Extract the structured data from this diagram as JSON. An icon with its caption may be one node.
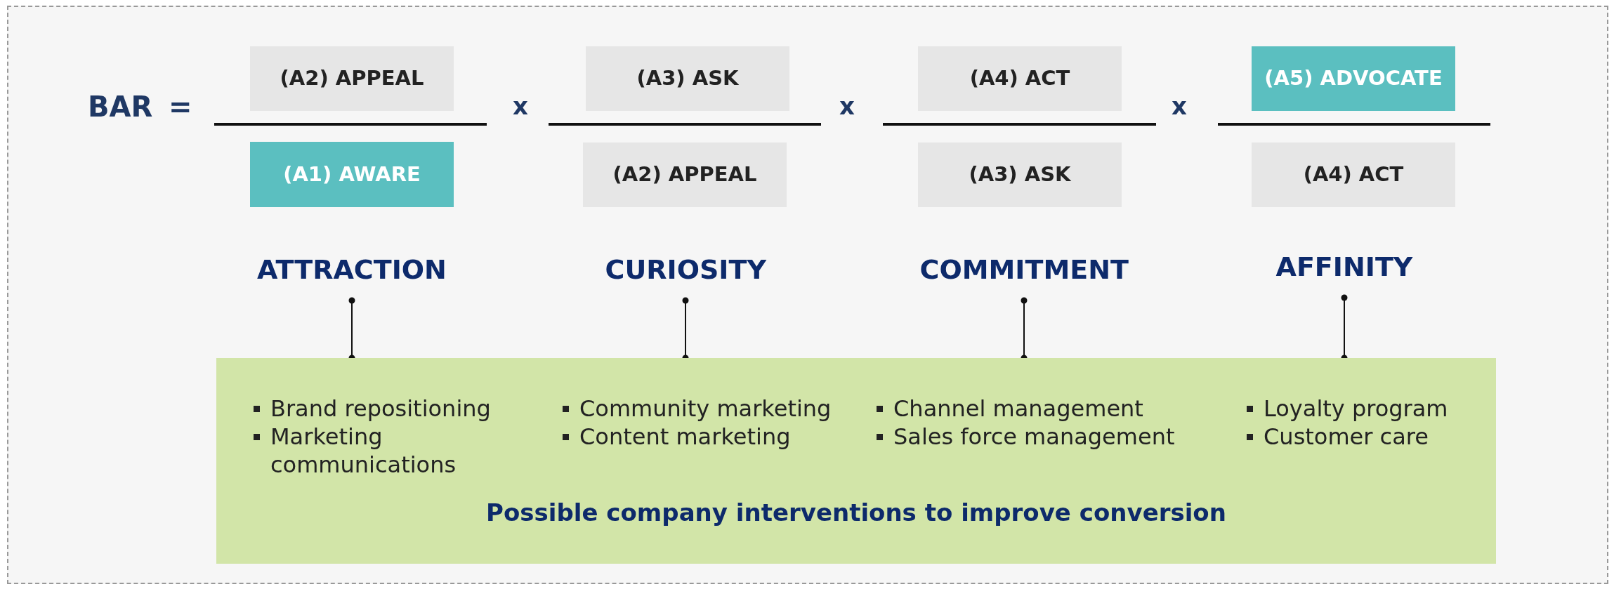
{
  "diagram": {
    "nodes": [
      {
        "text": [
          "(A2) APPEAL"
        ]
      },
      {
        "text": [
          "(A1) AWARE"
        ]
      },
      {
        "text": [
          "(A3) ASK"
        ]
      },
      {
        "text": [
          "(A2) APPEAL"
        ]
      },
      {
        "text": [
          "(A4) ACT"
        ]
      },
      {
        "text": [
          "(A3) ASK"
        ]
      },
      {
        "text": [
          "(A5) ADVOCATE"
        ]
      },
      {
        "text": [
          "(A4) ACT"
        ]
      },
      {
        "text": [
          "ATTRACTION"
        ]
      },
      {
        "text": [
          "CURIOSITY"
        ]
      },
      {
        "text": [
          "COMMITMENT"
        ]
      },
      {
        "text": [
          "AFFINITY"
        ]
      },
      {
        "text": [
          "Possible company interventions to improve conversion"
        ]
      },
      {
        "text": [
          "Brand repositioning",
          "Marketing communications"
        ],
        "in": 12
      },
      {
        "text": [
          "Community marketing",
          "Content marketing"
        ],
        "in": 12
      },
      {
        "text": [
          "Channel management",
          "Sales force management"
        ],
        "in": 12
      },
      {
        "text": [
          "Loyalty program",
          "Customer care"
        ],
        "in": 12
      }
    ],
    "edges": [
      {
        "from": 8,
        "to": 13,
        "arrow": "other"
      },
      {
        "from": 9,
        "to": 14,
        "arrow": "other"
      },
      {
        "from": 10,
        "to": 15,
        "arrow": "other"
      },
      {
        "from": 11,
        "to": 16,
        "arrow": "other"
      }
    ],
    "labels": [
      "BAR",
      "=",
      "x",
      "x",
      "x"
    ]
  }
}
